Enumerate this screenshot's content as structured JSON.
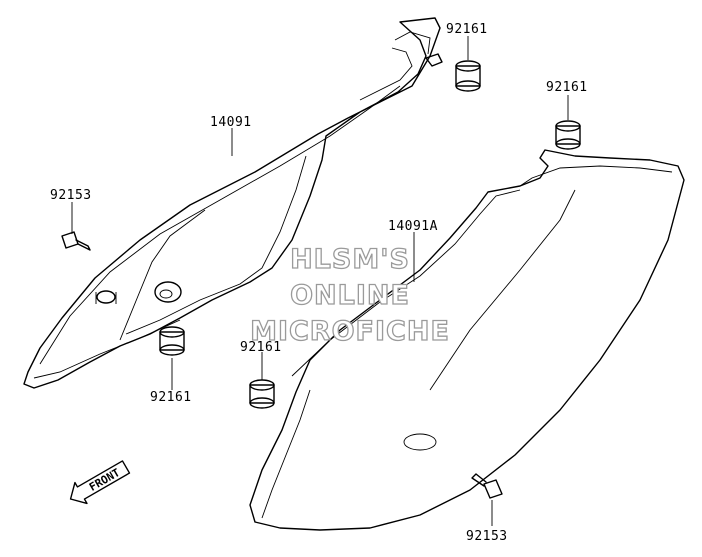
{
  "parts": {
    "p1": "92161",
    "p2": "92161",
    "p3": "14091",
    "p4": "92153",
    "p5": "14091A",
    "p6": "92161",
    "p7": "92161",
    "p8": "92153"
  },
  "watermark": {
    "line1": "HLSM'S",
    "line2": "ONLINE",
    "line3": "MICROFICHE"
  },
  "front_arrow": {
    "label": "FRONT"
  }
}
